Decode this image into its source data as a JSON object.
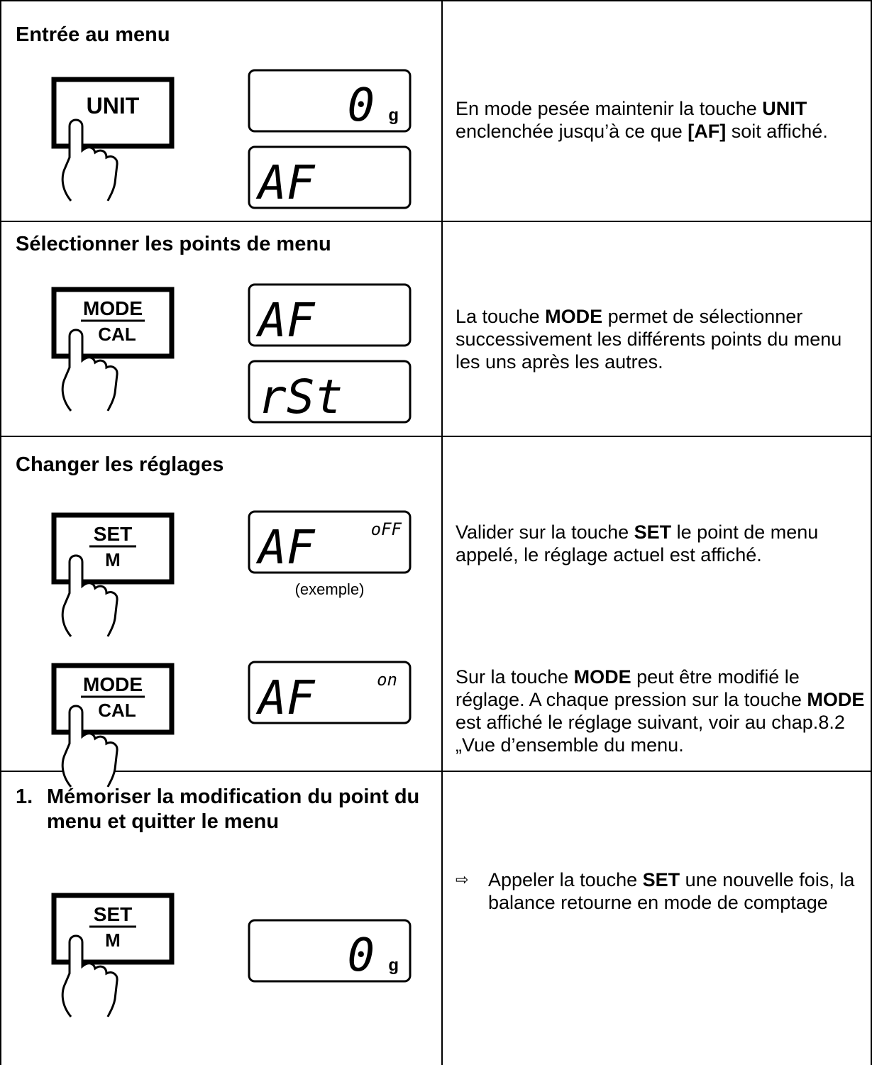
{
  "sections": [
    {
      "title": "Entrée au menu",
      "key": {
        "top": "UNIT",
        "bottom": ""
      },
      "displays": [
        {
          "main": "0",
          "unit": "g",
          "sub": ""
        },
        {
          "main": "AF",
          "unit": "",
          "sub": ""
        }
      ],
      "desc_parts": [
        "En mode pesée maintenir la touche ",
        "UNIT",
        " enclenchée jusqu’à ce que ",
        "[AF]",
        " soit affiché."
      ]
    },
    {
      "title": "Sélectionner les points de menu",
      "key": {
        "top": "MODE",
        "bottom": "CAL"
      },
      "displays": [
        {
          "main": "AF",
          "unit": "",
          "sub": ""
        },
        {
          "main": "rSt",
          "unit": "",
          "sub": ""
        }
      ],
      "desc_parts": [
        "La touche ",
        "MODE",
        " permet de sélectionner successivement les différents points du menu les uns après les autres."
      ]
    },
    {
      "title": "Changer les réglages",
      "steps": [
        {
          "key": {
            "top": "SET",
            "bottom": "M"
          },
          "display": {
            "main": "AF",
            "unit": "",
            "sub": "oFF"
          },
          "caption": "(exemple)",
          "desc_parts": [
            "Valider sur la touche ",
            "SET",
            " le point de menu appelé, le réglage actuel est affiché."
          ]
        },
        {
          "key": {
            "top": "MODE",
            "bottom": "CAL"
          },
          "display": {
            "main": "AF",
            "unit": "",
            "sub": "on"
          },
          "caption": "",
          "desc_parts": [
            "Sur la touche ",
            "MODE",
            " peut être modifié le réglage. A chaque pression sur la touche ",
            "MODE",
            " est affiché le réglage suivant, voir au chap.8.2 „Vue d’ensemble du menu."
          ]
        }
      ]
    },
    {
      "number": "1.",
      "title": "Mémoriser la modification du point du menu et quitter le menu",
      "key": {
        "top": "SET",
        "bottom": "M"
      },
      "display": {
        "main": "0",
        "unit": "g",
        "sub": ""
      },
      "bullet_symbol": "⇨",
      "desc_parts": [
        "Appeler la touche ",
        "SET",
        "  une nouvelle fois, la balance retourne en mode de comptage"
      ]
    }
  ]
}
